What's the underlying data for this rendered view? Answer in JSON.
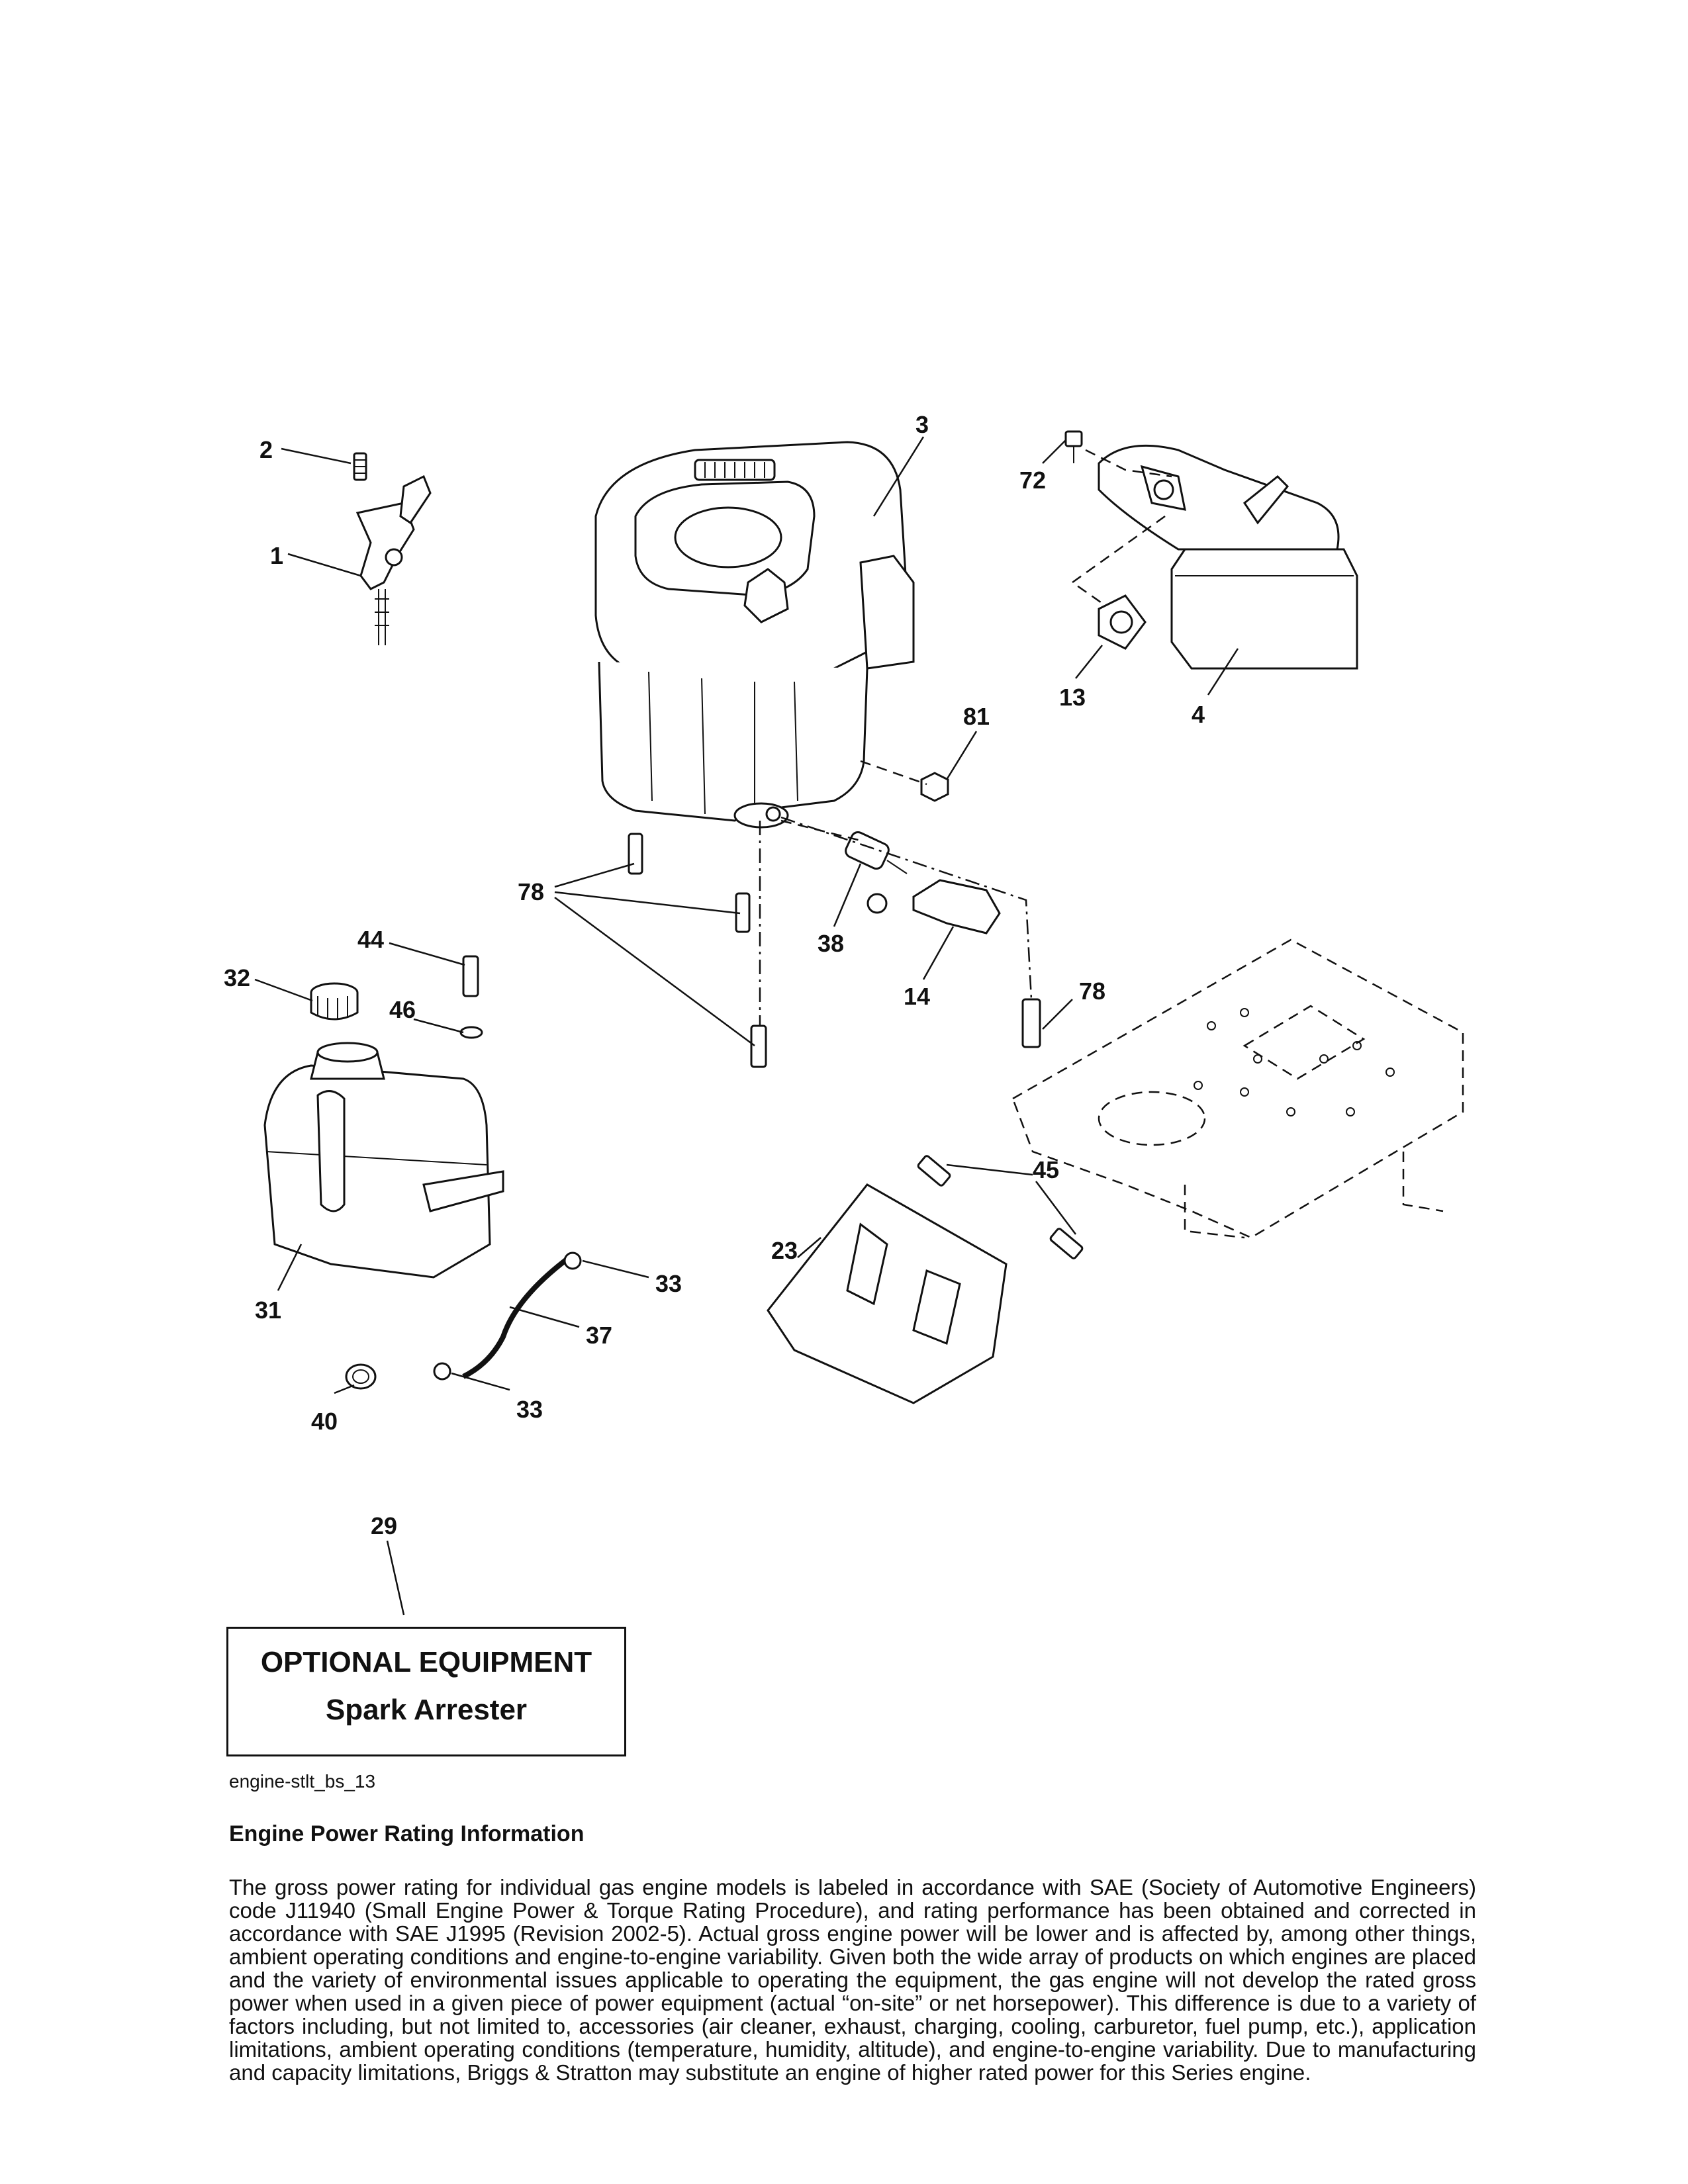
{
  "diagram": {
    "callouts": [
      {
        "id": "2",
        "label": "2"
      },
      {
        "id": "1",
        "label": "1"
      },
      {
        "id": "3",
        "label": "3"
      },
      {
        "id": "72",
        "label": "72"
      },
      {
        "id": "13",
        "label": "13"
      },
      {
        "id": "4",
        "label": "4"
      },
      {
        "id": "81",
        "label": "81"
      },
      {
        "id": "78a",
        "label": "78"
      },
      {
        "id": "38",
        "label": "38"
      },
      {
        "id": "14",
        "label": "14"
      },
      {
        "id": "78b",
        "label": "78"
      },
      {
        "id": "44",
        "label": "44"
      },
      {
        "id": "32",
        "label": "32"
      },
      {
        "id": "46",
        "label": "46"
      },
      {
        "id": "31",
        "label": "31"
      },
      {
        "id": "45",
        "label": "45"
      },
      {
        "id": "23",
        "label": "23"
      },
      {
        "id": "33a",
        "label": "33"
      },
      {
        "id": "37",
        "label": "37"
      },
      {
        "id": "33b",
        "label": "33"
      },
      {
        "id": "40",
        "label": "40"
      },
      {
        "id": "29",
        "label": "29"
      }
    ]
  },
  "optional_equipment": {
    "title": "OPTIONAL EQUIPMENT",
    "item": "Spark Arrester"
  },
  "diagram_code": "engine-stlt_bs_13",
  "info": {
    "heading": "Engine Power Rating Information",
    "body": "The gross power rating for individual gas engine models is labeled in accordance with SAE (Society of Automotive Engineers) code J11940 (Small Engine Power & Torque Rating Procedure), and rating performance has been obtained and corrected in accordance with SAE J1995 (Revision 2002-5). Actual gross engine power will be lower and is affected by, among other things, ambient operating conditions and engine-to-engine variability. Given both the wide array of products on which engines are placed and the variety of environmental issues applicable to operating the equipment, the gas engine will not develop the rated gross power when used in a given piece of power equipment (actual “on-site” or net horsepower). This difference is due to a variety of factors including, but not limited to, accessories (air cleaner, exhaust, charging, cooling, carburetor, fuel pump, etc.), application limitations, ambient operating conditions (temperature, humidity, altitude), and engine-to-engine variability. Due to manufacturing and capacity limitations, Briggs & Stratton may substitute an engine of higher rated power for this Series engine."
  }
}
